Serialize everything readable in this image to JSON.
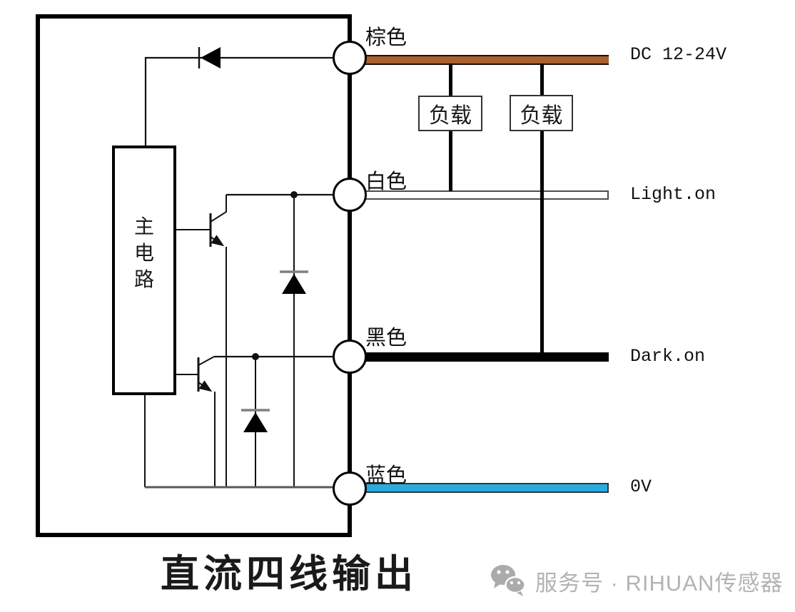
{
  "diagram": {
    "title": "直流四线输出",
    "main_circuit_chars": [
      "主",
      "电",
      "路"
    ],
    "loads": [
      {
        "label": "负载"
      },
      {
        "label": "负载"
      }
    ],
    "terminals": [
      {
        "color_label": "棕色",
        "signal": "DC 12-24V",
        "wire_color": "#a9612f"
      },
      {
        "color_label": "白色",
        "signal": "Light.on",
        "wire_color": "#ffffff"
      },
      {
        "color_label": "黑色",
        "signal": "Dark.on",
        "wire_color": "#000000"
      },
      {
        "color_label": "蓝色",
        "signal": "0V",
        "wire_color": "#29abe2"
      }
    ],
    "watermark": {
      "icon": "wechat-icon",
      "text": "服务号 · RIHUAN传感器",
      "color": "#b3b3b3"
    }
  }
}
